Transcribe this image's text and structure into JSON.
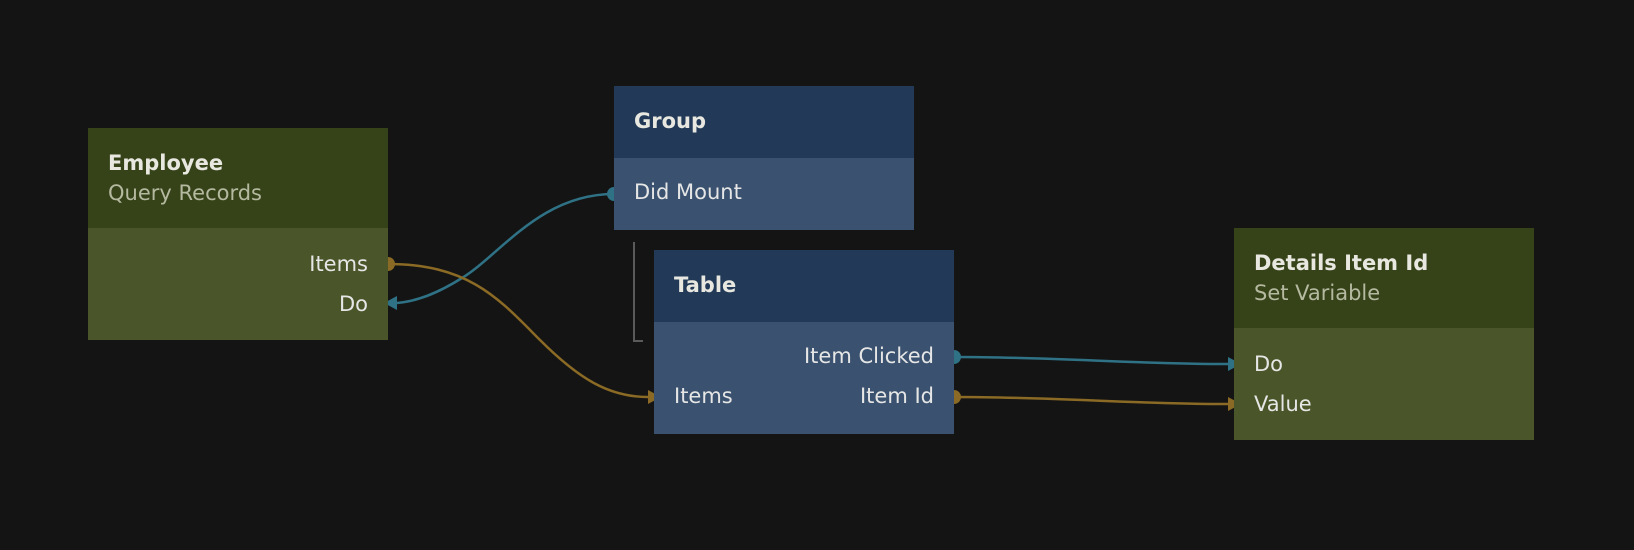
{
  "colors": {
    "background": "#141414",
    "signal_wire": "#2f7286",
    "data_wire": "#8a6a24",
    "logic_header": "#364319",
    "logic_body": "#4a5629",
    "visual_header": "#223a58",
    "visual_body": "#3a526f"
  },
  "nodes": {
    "employee": {
      "title": "Employee",
      "subtitle": "Query Records",
      "ports": {
        "items": "Items",
        "do": "Do"
      }
    },
    "group": {
      "title": "Group",
      "ports": {
        "did_mount": "Did Mount"
      }
    },
    "table": {
      "title": "Table",
      "ports": {
        "item_clicked": "Item Clicked",
        "items": "Items",
        "item_id": "Item Id"
      }
    },
    "details": {
      "title": "Details Item Id",
      "subtitle": "Set Variable",
      "ports": {
        "do": "Do",
        "value": "Value"
      }
    }
  },
  "connections": [
    {
      "from": "group.did_mount",
      "to": "employee.do",
      "kind": "signal"
    },
    {
      "from": "employee.items",
      "to": "table.items",
      "kind": "data"
    },
    {
      "from": "table.item_clicked",
      "to": "details.do",
      "kind": "signal"
    },
    {
      "from": "table.item_id",
      "to": "details.value",
      "kind": "data"
    }
  ]
}
